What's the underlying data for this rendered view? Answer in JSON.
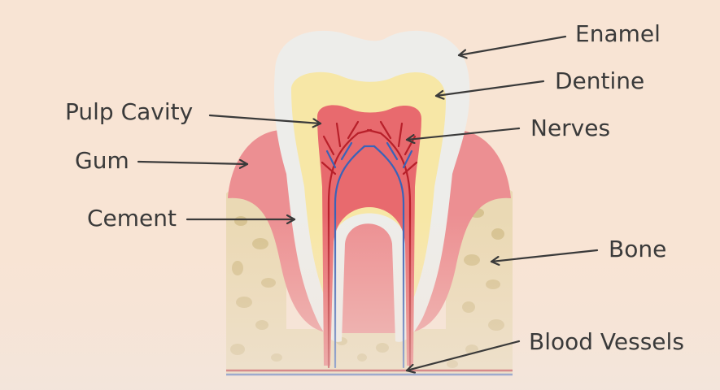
{
  "labels": {
    "enamel": "Enamel",
    "dentine": "Dentine",
    "pulp_cavity": "Pulp Cavity",
    "nerves": "Nerves",
    "gum": "Gum",
    "cement": "Cement",
    "bone": "Bone",
    "blood_vessels": "Blood Vessels"
  },
  "colors": {
    "background": "#f8e4d4",
    "enamel": "#ededea",
    "dentine": "#f7e7a6",
    "pulp": "#e86a6e",
    "gum": "#ec8f92",
    "bone": "#ead9b4",
    "bone_spots": "#d6c290",
    "nerve": "#b8202a",
    "vessel": "#3a63b8",
    "arrow": "#3a3a3a"
  }
}
